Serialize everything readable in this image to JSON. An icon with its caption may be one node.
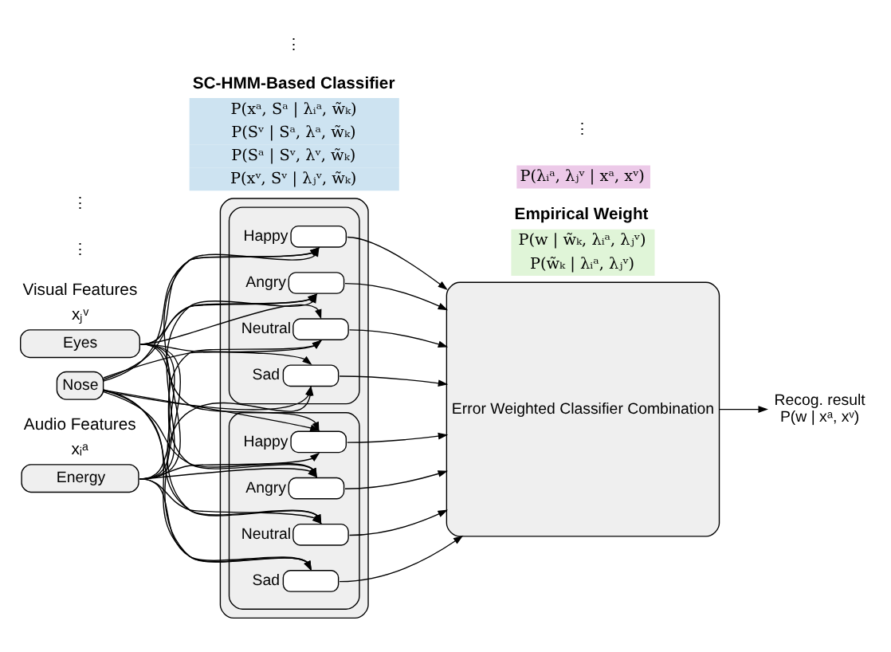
{
  "diagram": {
    "nodes": [
      {
        "text": [
          "Energy"
        ],
        "beside": [
          "Audio Features",
          "xᵢᵃ"
        ]
      },
      {
        "text": [
          "Eyes"
        ],
        "beside": [
          "Visual Features",
          "xⱼᵛ"
        ]
      },
      {
        "text": [
          "Nose"
        ]
      },
      {
        "text": [],
        "shape": "box"
      },
      {
        "text": [],
        "shape": "box",
        "in": 3
      },
      {
        "text": [
          "Happy"
        ],
        "in": 4
      },
      {
        "text": [
          "Angry"
        ],
        "in": 4
      },
      {
        "text": [
          "Neutral"
        ],
        "in": 4
      },
      {
        "text": [
          "Sad"
        ],
        "in": 4
      },
      {
        "text": [],
        "shape": "box",
        "in": 3
      },
      {
        "text": [
          "Happy"
        ],
        "in": 9
      },
      {
        "text": [
          "Angry"
        ],
        "in": 9
      },
      {
        "text": [
          "Neutral"
        ],
        "in": 9
      },
      {
        "text": [
          "Sad"
        ],
        "in": 9
      },
      {
        "text": [
          "Error Weighted Classifier Combination"
        ]
      },
      {
        "text": [
          "Recog. result",
          "P(w | xᵃ, xᵛ)"
        ]
      },
      {
        "text": [
          "SC-HMM-Based Classifier",
          "P(xᵃ, Sᵃ | λᵢᵃ, w̃ₖ)",
          "P(Sᵛ | Sᵃ, λᵃ, w̃ₖ)",
          "P(Sᵃ | Sᵛ, λᵛ, w̃ₖ)",
          "P(xᵛ, Sᵛ | λⱼᵛ, w̃ₖ)"
        ]
      },
      {
        "text": [
          "Empirical Weight",
          "P(w | w̃ₖ, λᵢᵃ, λⱼᵛ)",
          "P(w̃ₖ | λᵢᵃ, λⱼᵛ)"
        ]
      },
      {
        "text": [
          "P(λᵢᵃ, λⱼᵛ | xᵃ, xᵛ)"
        ]
      }
    ],
    "edges": [
      {
        "from": 0,
        "to": 5,
        "arrow": "to"
      },
      {
        "from": 0,
        "to": 6,
        "arrow": "to"
      },
      {
        "from": 0,
        "to": 7,
        "arrow": "to"
      },
      {
        "from": 0,
        "to": 8,
        "arrow": "to"
      },
      {
        "from": 0,
        "to": 10,
        "arrow": "to"
      },
      {
        "from": 0,
        "to": 11,
        "arrow": "to"
      },
      {
        "from": 0,
        "to": 12,
        "arrow": "to"
      },
      {
        "from": 0,
        "to": 13,
        "arrow": "to"
      },
      {
        "from": 1,
        "to": 5,
        "arrow": "to"
      },
      {
        "from": 1,
        "to": 6,
        "arrow": "to"
      },
      {
        "from": 1,
        "to": 7,
        "arrow": "to"
      },
      {
        "from": 1,
        "to": 8,
        "arrow": "to"
      },
      {
        "from": 1,
        "to": 10,
        "arrow": "to"
      },
      {
        "from": 1,
        "to": 11,
        "arrow": "to"
      },
      {
        "from": 1,
        "to": 12,
        "arrow": "to"
      },
      {
        "from": 1,
        "to": 13,
        "arrow": "to"
      },
      {
        "from": 2,
        "to": 5,
        "arrow": "to"
      },
      {
        "from": 2,
        "to": 6,
        "arrow": "to"
      },
      {
        "from": 2,
        "to": 7,
        "arrow": "to"
      },
      {
        "from": 2,
        "to": 8,
        "arrow": "to"
      },
      {
        "from": 2,
        "to": 10,
        "arrow": "to"
      },
      {
        "from": 2,
        "to": 11,
        "arrow": "to"
      },
      {
        "from": 2,
        "to": 12,
        "arrow": "to"
      },
      {
        "from": 2,
        "to": 13,
        "arrow": "to"
      },
      {
        "from": 5,
        "to": 14,
        "arrow": "to"
      },
      {
        "from": 6,
        "to": 14,
        "arrow": "to"
      },
      {
        "from": 7,
        "to": 14,
        "arrow": "to"
      },
      {
        "from": 8,
        "to": 14,
        "arrow": "to"
      },
      {
        "from": 10,
        "to": 14,
        "arrow": "to"
      },
      {
        "from": 11,
        "to": 14,
        "arrow": "to"
      },
      {
        "from": 12,
        "to": 14,
        "arrow": "to"
      },
      {
        "from": 13,
        "to": 14,
        "arrow": "to"
      },
      {
        "from": 14,
        "to": 15,
        "arrow": "to"
      }
    ],
    "labels": [
      "⋮",
      "⋮",
      "⋮",
      "⋮"
    ]
  }
}
